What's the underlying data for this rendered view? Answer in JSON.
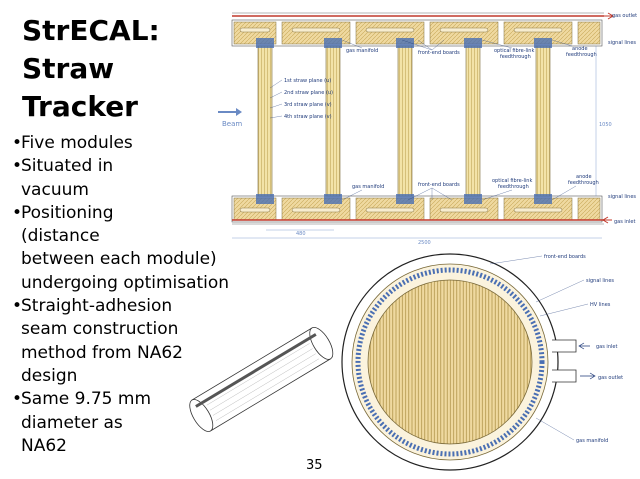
{
  "slide": {
    "title_lines": [
      "StrECAL:",
      "Straw",
      "Tracker"
    ],
    "bullets": [
      {
        "lines": [
          "Five modules"
        ]
      },
      {
        "lines": [
          "Situated in",
          "vacuum"
        ]
      },
      {
        "lines": [
          "Positioning",
          "(distance",
          "between each module)",
          "undergoing optimisation"
        ]
      },
      {
        "lines": [
          "Straight-adhesion",
          "seam construction",
          "method from NA62",
          "design"
        ]
      },
      {
        "lines": [
          "Same 9.75 mm",
          "diameter as",
          "NA62"
        ]
      }
    ],
    "bullet_glyph": "•",
    "page_number": "35"
  },
  "side_view": {
    "beam": "Beam",
    "gas_outlet": "gas outlet",
    "signal_lines_top": "signal lines",
    "gas_manifold_top": "gas manifold",
    "front_end_boards_top": "front-end boards",
    "optical_feedthrough_top": [
      "optical fibre-link",
      "feedthrough"
    ],
    "anode_feedthrough_top": [
      "anode",
      "feedthrough"
    ],
    "straw_planes": [
      "1st straw plane (u)",
      "2nd straw plane (u)",
      "3rd straw plane (v)",
      "4th straw plane (v)"
    ],
    "height_dim": "1050",
    "gas_manifold_bottom": "gas manifold",
    "front_end_boards_bottom": "front-end boards",
    "optical_feedthrough_bottom": [
      "optical fibre-link",
      "feedthrough"
    ],
    "anode_feedthrough_bottom": [
      "anode",
      "feedthrough"
    ],
    "signal_lines_bottom": "signal lines",
    "gas_inlet": "gas inlet",
    "pitch_dim": "480",
    "total_dim": "2500"
  },
  "cross_section": {
    "front_end_boards": "front-end boards",
    "signal_lines": "signal lines",
    "hv_lines": "HV lines",
    "gas_inlet": "gas inlet",
    "gas_outlet": "gas outlet",
    "gas_manifold": "gas manifold"
  },
  "colors": {
    "label_blue": "#1f3a7a",
    "frame_tan": "#efd9a0",
    "straw_yellow": "#f3e3a8",
    "pipe_red": "#c0392b"
  }
}
